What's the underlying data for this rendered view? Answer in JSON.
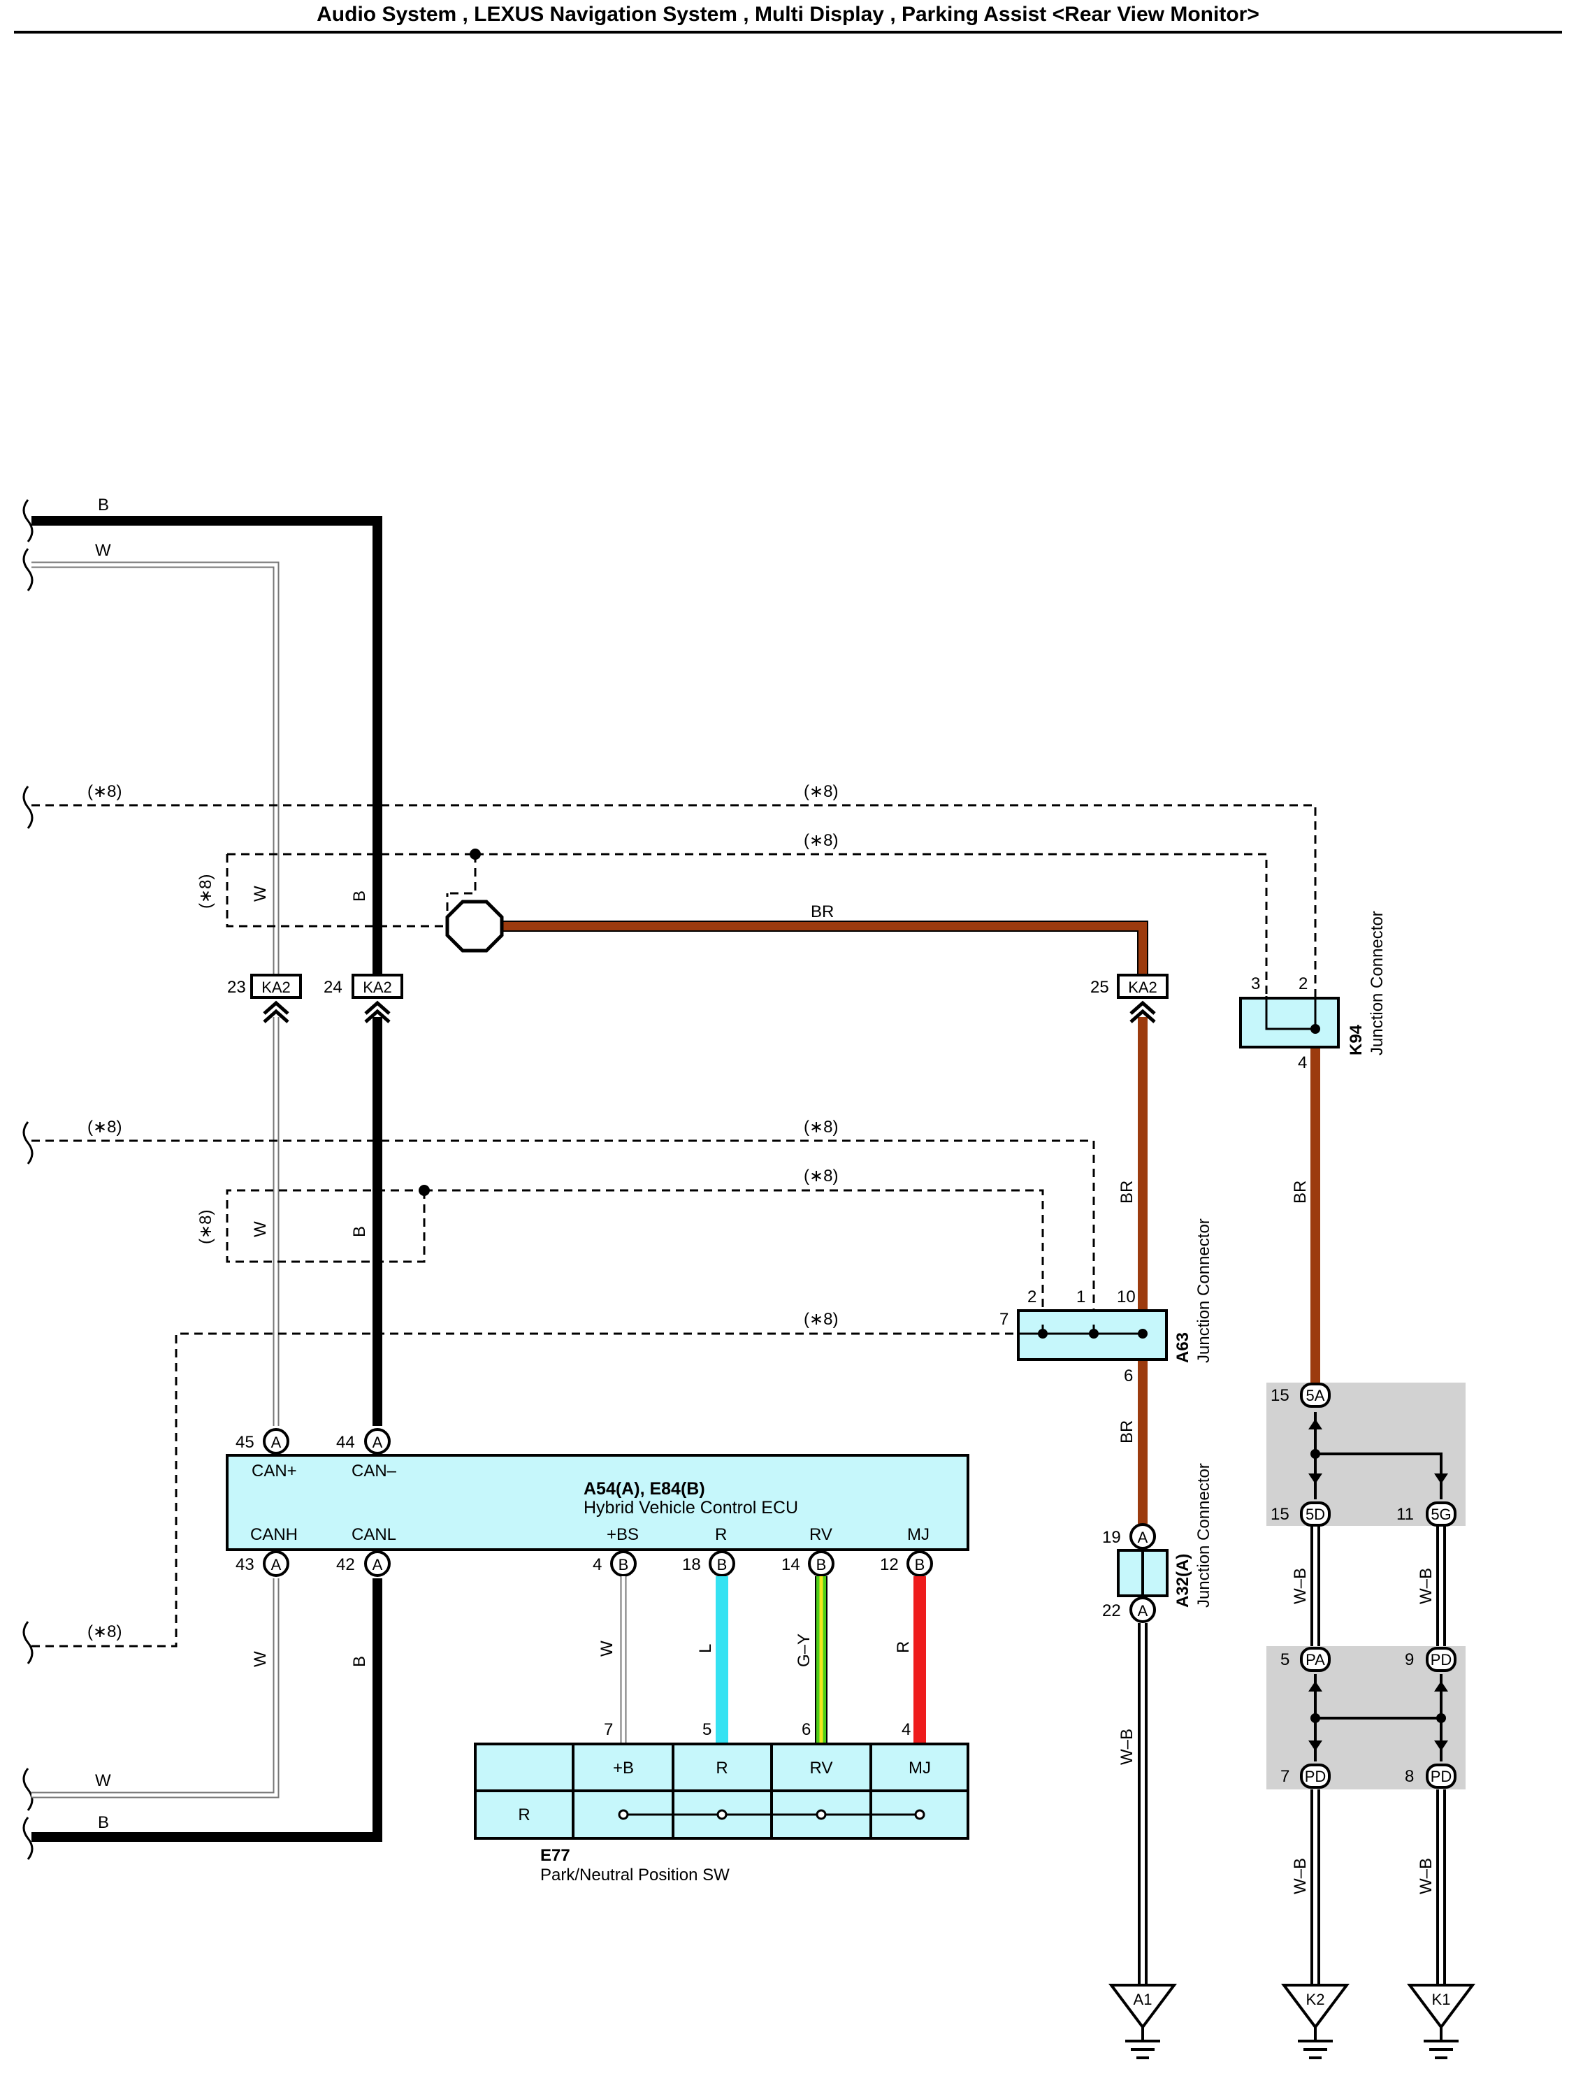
{
  "title": "Audio System , LEXUS Navigation System , Multi Display , Parking Assist <Rear View Monitor>",
  "colors": {
    "black_wire": "#000000",
    "white_wire": "#b5b5b5",
    "brown_wire": "#9c3b0e",
    "blue_wire": "#35e2f2",
    "green_wire": "#4ece1a",
    "yellow_wire": "#f2e61e",
    "red_wire": "#ee1c1c",
    "component_fill": "#c6f7fb",
    "junction_shade": "#d2d2d2"
  },
  "wires": {
    "b": "B",
    "w": "W",
    "br": "BR",
    "l": "L",
    "r": "R",
    "g_y": "G–Y",
    "w_b": "W–B"
  },
  "option_note": "(∗8)",
  "connectors": {
    "ka2": {
      "name": "KA2",
      "pins": [
        "23",
        "24",
        "25"
      ]
    },
    "ecu": {
      "id": "A54(A), E84(B)",
      "name": "Hybrid Vehicle Control ECU",
      "top_terminals": [
        "CAN+",
        "CAN–"
      ],
      "top_pins": [
        "45",
        "44"
      ],
      "bottom_terminals": [
        "CANH",
        "CANL",
        "+BS",
        "R",
        "RV",
        "MJ"
      ],
      "bottom_pins": [
        "43",
        "42",
        "4",
        "18",
        "14",
        "12"
      ],
      "pin_letters": [
        "A",
        "A",
        "B",
        "B",
        "B",
        "B"
      ]
    },
    "a63": {
      "id": "A63",
      "name": "Junction Connector",
      "pins": [
        "2",
        "1",
        "10",
        "7",
        "6"
      ]
    },
    "k94": {
      "id": "K94",
      "name": "Junction Connector",
      "pins": [
        "3",
        "2",
        "4"
      ]
    },
    "a32": {
      "id": "A32(A)",
      "name": "Junction Connector",
      "pins": [
        "19",
        "22"
      ],
      "letter": "A"
    },
    "e77": {
      "id": "E77",
      "name": "Park/Neutral Position SW",
      "pins": [
        "7",
        "5",
        "6",
        "4"
      ],
      "terminals": [
        "+B",
        "R",
        "RV",
        "MJ"
      ],
      "position": "R"
    },
    "junction_blocks": [
      {
        "pin": "15",
        "code": "5A"
      },
      {
        "pin": "15",
        "code": "5D"
      },
      {
        "pin": "11",
        "code": "5G"
      },
      {
        "pin": "5",
        "code": "PA"
      },
      {
        "pin": "9",
        "code": "PD"
      },
      {
        "pin": "7",
        "code": "PD"
      },
      {
        "pin": "8",
        "code": "PD"
      }
    ]
  },
  "grounds": [
    "A1",
    "K2",
    "K1"
  ]
}
